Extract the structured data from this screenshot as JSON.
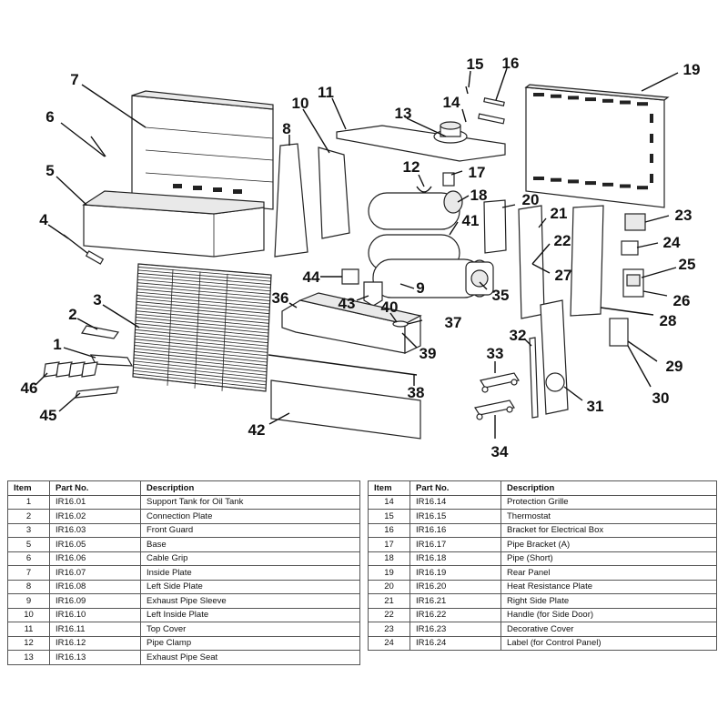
{
  "callouts": [
    "1",
    "2",
    "3",
    "4",
    "5",
    "6",
    "7",
    "8",
    "9",
    "10",
    "11",
    "12",
    "13",
    "14",
    "15",
    "16",
    "17",
    "18",
    "19",
    "20",
    "21",
    "22",
    "23",
    "24",
    "25",
    "26",
    "27",
    "28",
    "29",
    "30",
    "31",
    "32",
    "33",
    "34",
    "35",
    "36",
    "37",
    "38",
    "39",
    "40",
    "41",
    "42",
    "43",
    "44",
    "45",
    "46"
  ],
  "table": {
    "headers": {
      "item": "Item",
      "part_no": "Part No.",
      "description": "Description"
    },
    "left_rows": [
      {
        "item": "1",
        "part_no": "IR16.01",
        "description": "Support Tank for Oil Tank"
      },
      {
        "item": "2",
        "part_no": "IR16.02",
        "description": "Connection Plate"
      },
      {
        "item": "3",
        "part_no": "IR16.03",
        "description": "Front Guard"
      },
      {
        "item": "5",
        "part_no": "IR16.05",
        "description": "Base"
      },
      {
        "item": "6",
        "part_no": "IR16.06",
        "description": "Cable Grip"
      },
      {
        "item": "7",
        "part_no": "IR16.07",
        "description": "Inside Plate"
      },
      {
        "item": "8",
        "part_no": "IR16.08",
        "description": "Left Side Plate"
      },
      {
        "item": "9",
        "part_no": "IR16.09",
        "description": "Exhaust Pipe Sleeve"
      },
      {
        "item": "10",
        "part_no": "IR16.10",
        "description": "Left Inside Plate"
      },
      {
        "item": "11",
        "part_no": "IR16.11",
        "description": "Top Cover"
      },
      {
        "item": "12",
        "part_no": "IR16.12",
        "description": "Pipe Clamp"
      },
      {
        "item": "13",
        "part_no": "IR16.13",
        "description": "Exhaust Pipe Seat"
      }
    ],
    "right_rows": [
      {
        "item": "14",
        "part_no": "IR16.14",
        "description": "Protection Grille"
      },
      {
        "item": "15",
        "part_no": "IR16.15",
        "description": "Thermostat"
      },
      {
        "item": "16",
        "part_no": "IR16.16",
        "description": "Bracket for Electrical Box"
      },
      {
        "item": "17",
        "part_no": "IR16.17",
        "description": "Pipe Bracket (A)"
      },
      {
        "item": "18",
        "part_no": "IR16.18",
        "description": "Pipe (Short)"
      },
      {
        "item": "19",
        "part_no": "IR16.19",
        "description": "Rear Panel"
      },
      {
        "item": "20",
        "part_no": "IR16.20",
        "description": "Heat Resistance Plate"
      },
      {
        "item": "21",
        "part_no": "IR16.21",
        "description": "Right Side Plate"
      },
      {
        "item": "22",
        "part_no": "IR16.22",
        "description": "Handle (for Side Door)"
      },
      {
        "item": "23",
        "part_no": "IR16.23",
        "description": "Decorative Cover"
      },
      {
        "item": "24",
        "part_no": "IR16.24",
        "description": "Label (for Control Panel)"
      }
    ]
  }
}
